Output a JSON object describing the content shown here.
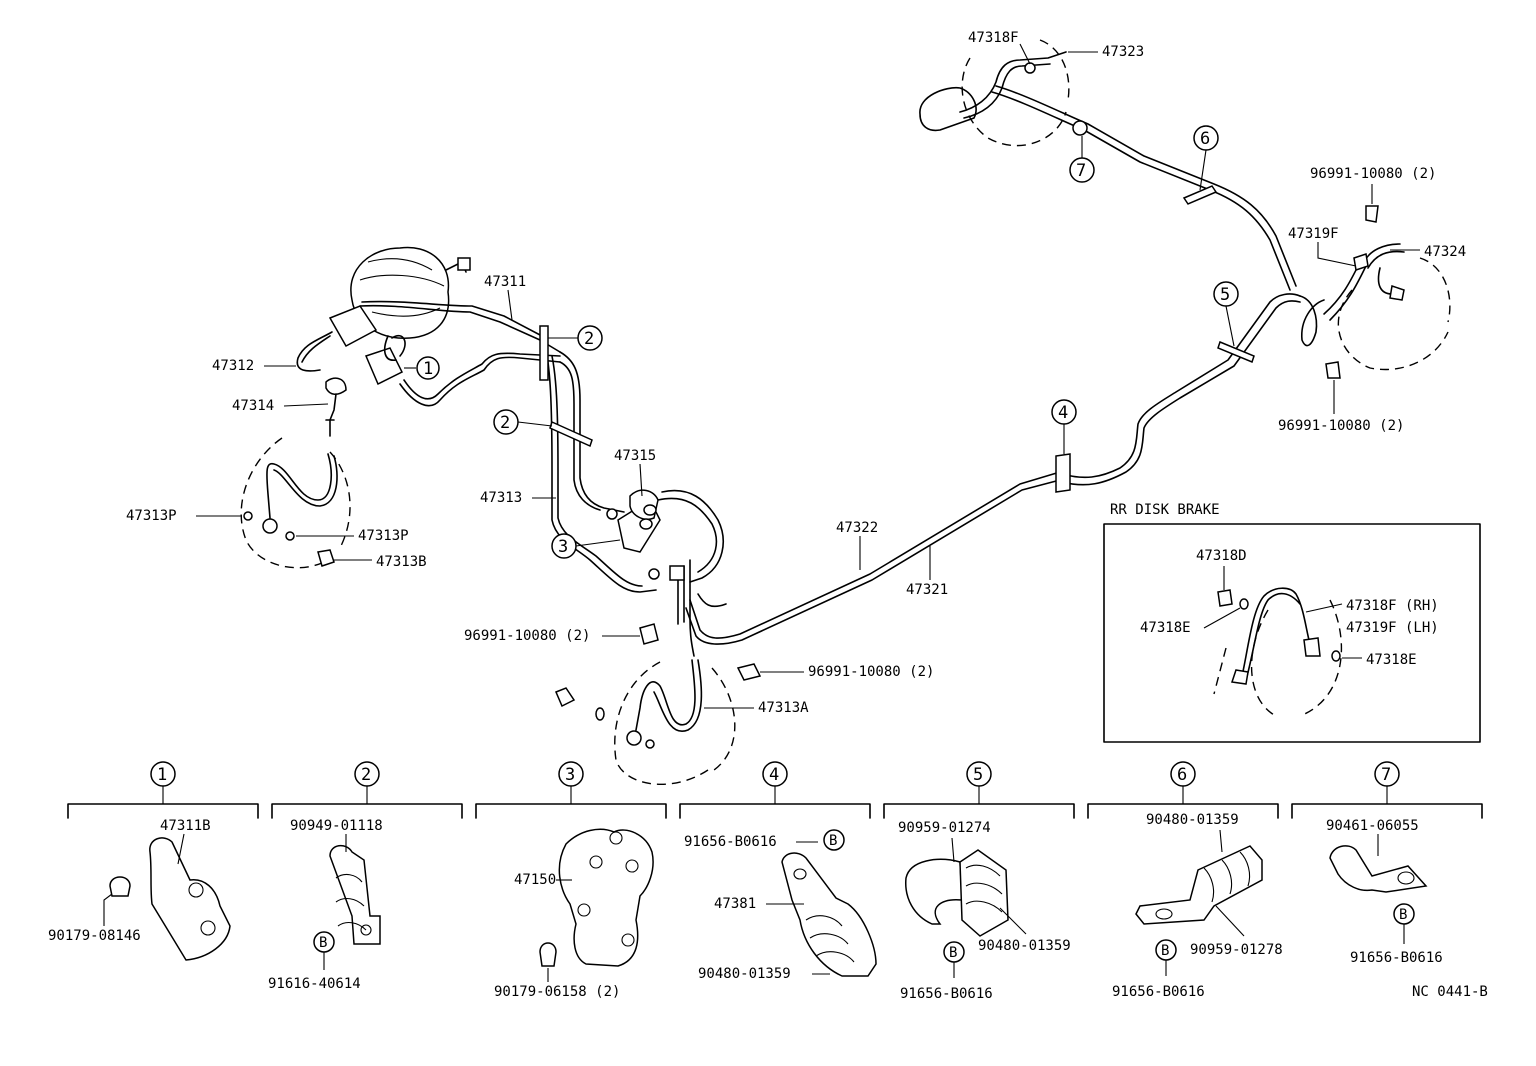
{
  "diagram": {
    "accent": "#000000",
    "background": "#ffffff",
    "parts": {
      "p47318F_top": "47318F",
      "p47323": "47323",
      "p47311": "47311",
      "p47312": "47312",
      "p47314": "47314",
      "p47313P_a": "47313P",
      "p47313P_b": "47313P",
      "p47313B": "47313B",
      "p47315": "47315",
      "p47313": "47313",
      "p47322": "47322",
      "p47321": "47321",
      "p96991_a": "96991-10080 (2)",
      "p96991_b": "96991-10080 (2)",
      "p96991_c": "96991-10080 (2)",
      "p96991_d": "96991-10080 (2)",
      "p47313A": "47313A",
      "p47319F_top": "47319F",
      "p47324": "47324"
    },
    "callouts": {
      "c1": "1",
      "c2a": "2",
      "c2b": "2",
      "c3": "3",
      "c4": "4",
      "c5": "5",
      "c6": "6",
      "c7": "7"
    },
    "inset": {
      "title": "RR DISK BRAKE",
      "p47318D": "47318D",
      "p47318E_a": "47318E",
      "p47318F_rh": "47318F (RH)",
      "p47319F_lh": "47319F (LH)",
      "p47318E_b": "47318E"
    },
    "groups": [
      {
        "num": "1",
        "labels": [
          "47311B",
          "90179-08146"
        ]
      },
      {
        "num": "2",
        "labels": [
          "90949-01118",
          "B",
          "91616-40614"
        ]
      },
      {
        "num": "3",
        "labels": [
          "47150",
          "90179-06158 (2)"
        ]
      },
      {
        "num": "4",
        "labels": [
          "91656-B0616",
          "B",
          "47381",
          "90480-01359"
        ]
      },
      {
        "num": "5",
        "labels": [
          "90959-01274",
          "90480-01359",
          "B",
          "91656-B0616"
        ]
      },
      {
        "num": "6",
        "labels": [
          "90480-01359",
          "90959-01278",
          "B",
          "91656-B0616"
        ]
      },
      {
        "num": "7",
        "labels": [
          "90461-06055",
          "B",
          "91656-B0616"
        ]
      }
    ],
    "code": "NC 0441-B"
  }
}
